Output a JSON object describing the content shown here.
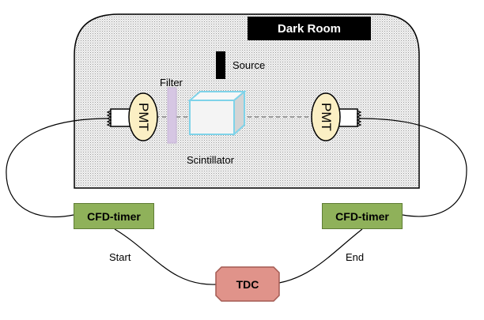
{
  "labels": {
    "dark_room": "Dark Room",
    "source": "Source",
    "filter": "Filter",
    "scintillator": "Scintillator",
    "pmt_left": "PMT",
    "pmt_right": "PMT",
    "cfd_left": "CFD-timer",
    "cfd_right": "CFD-timer",
    "start": "Start",
    "end": "End",
    "tdc": "TDC"
  },
  "colors": {
    "room_fill": "#ececec",
    "pmt_fill": "#fbefc4",
    "filter_fill": "#d6c6e3",
    "cfd_fill": "#8fb15a",
    "tdc_fill": "#e0938a",
    "scint_edge": "#7fd3e9"
  }
}
